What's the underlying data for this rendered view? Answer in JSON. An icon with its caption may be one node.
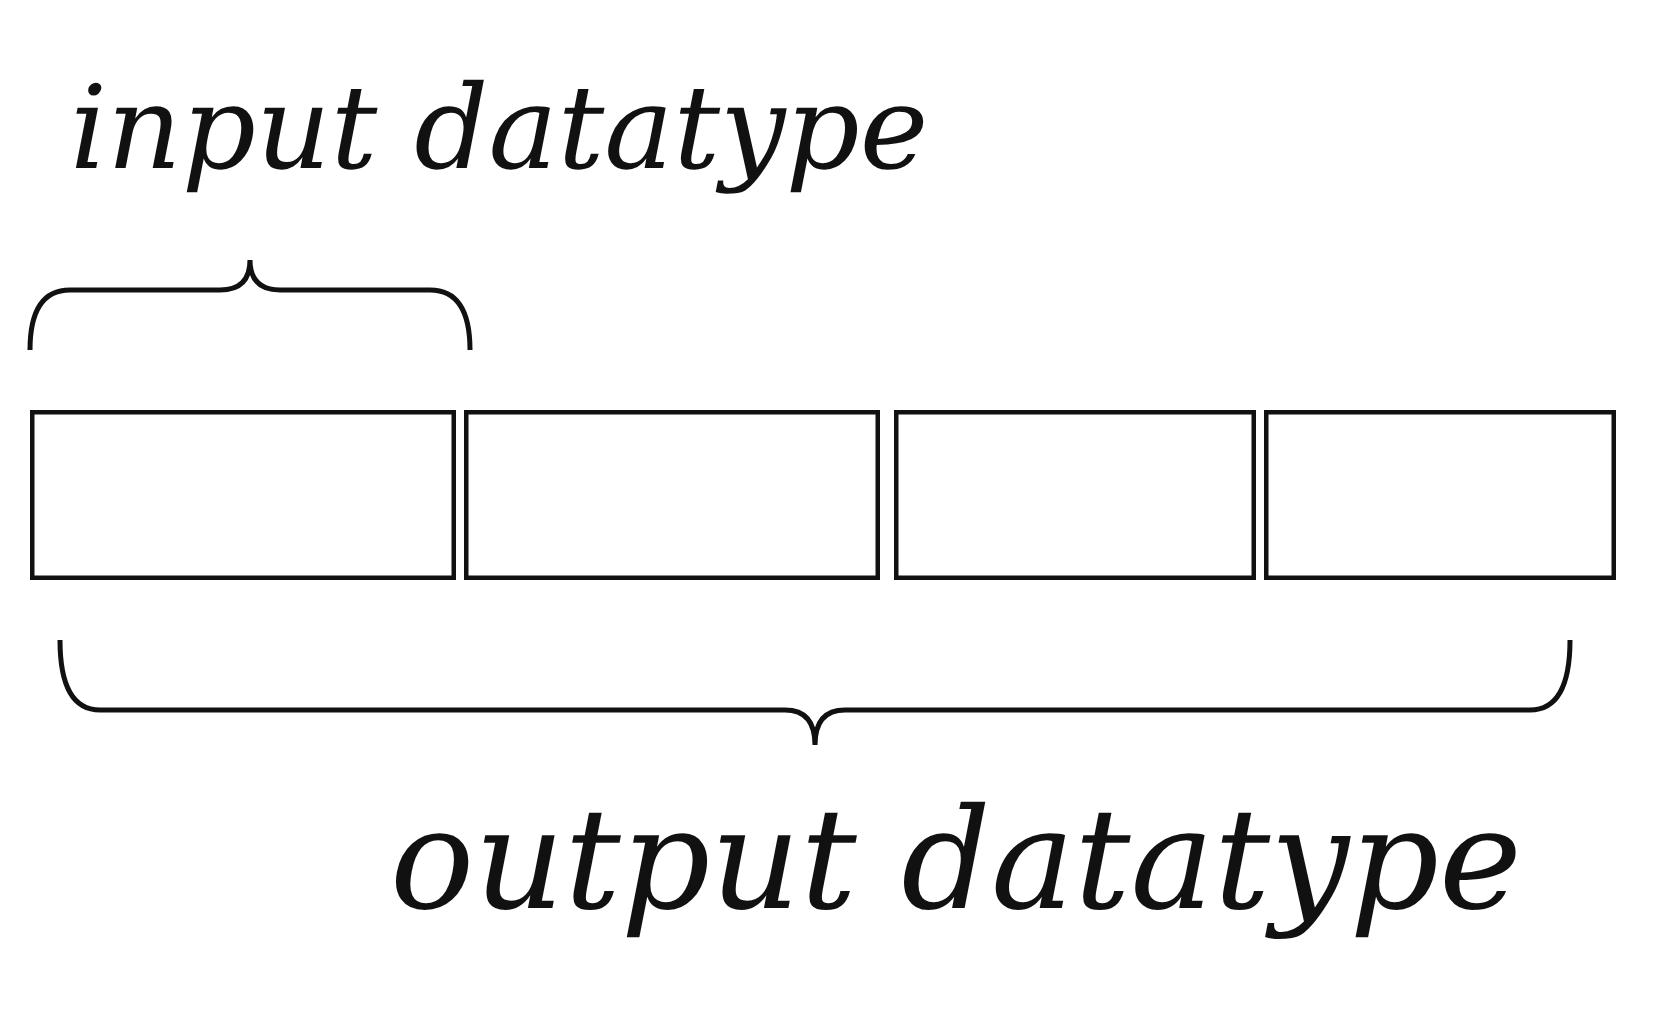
{
  "diagram": {
    "nodes": [
      {
        "text": [],
        "shape": "box"
      },
      {
        "text": [],
        "shape": "box"
      },
      {
        "text": [],
        "shape": "box"
      },
      {
        "text": [],
        "shape": "box"
      }
    ],
    "labels": [
      "input datatype",
      "output datatype"
    ]
  }
}
